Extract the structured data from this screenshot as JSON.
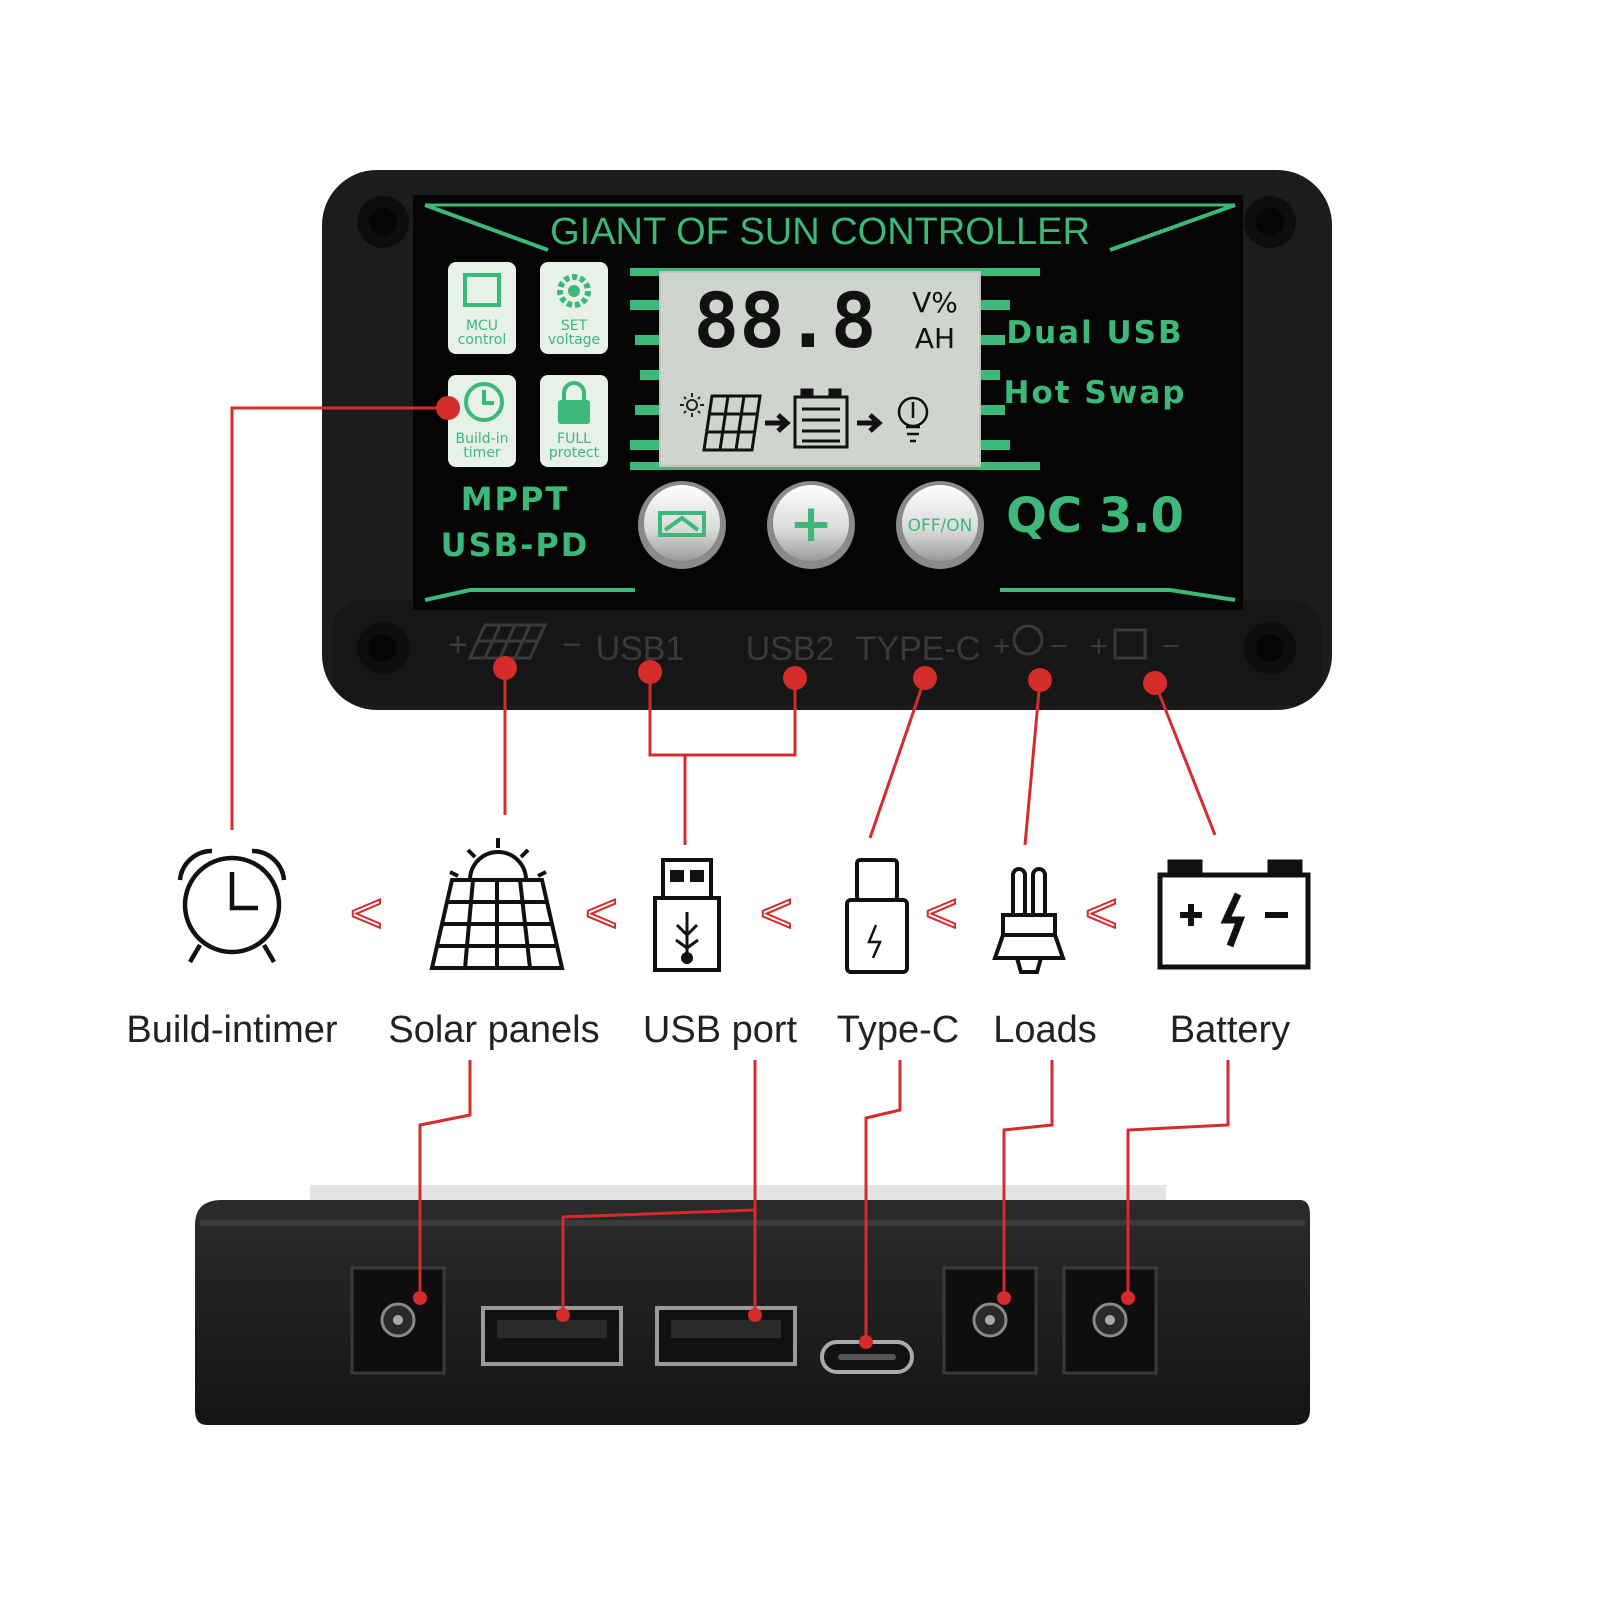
{
  "device": {
    "title": "GIANT OF SUN CONTROLLER",
    "features": [
      {
        "icon": "chip-icon",
        "line1": "MCU",
        "line2": "control"
      },
      {
        "icon": "gear-icon",
        "line1": "SET",
        "line2": "voltage"
      },
      {
        "icon": "clock-icon",
        "line1": "Build-in",
        "line2": "timer"
      },
      {
        "icon": "lock-icon",
        "line1": "FULL",
        "line2": "protect"
      }
    ],
    "mode_line1": "MPPT",
    "mode_line2": "USB-PD",
    "right_line1": "Dual USB",
    "right_line2": "Hot Swap",
    "qc_label": "QC 3.0",
    "lcd": {
      "digits": "88.8",
      "unit_top": "V%",
      "unit_bottom": "AH"
    },
    "buttons": [
      {
        "name": "mode-button",
        "icon": "battery-mode-icon"
      },
      {
        "name": "plus-button",
        "label": "+"
      },
      {
        "name": "power-button",
        "label": "OFF/ON"
      }
    ],
    "ports_strip": [
      "USB1",
      "USB2",
      "TYPE-C"
    ]
  },
  "connections": [
    {
      "label": "Build-intimer",
      "icon": "alarm-clock-icon"
    },
    {
      "label": "Solar panels",
      "icon": "solar-panel-icon"
    },
    {
      "label": "USB port",
      "icon": "usb-icon"
    },
    {
      "label": "Type-C",
      "icon": "type-c-icon"
    },
    {
      "label": "Loads",
      "icon": "bulb-icon"
    },
    {
      "label": "Battery",
      "icon": "battery-icon"
    }
  ],
  "separator_glyph": "<",
  "colors": {
    "accent": "#3cb878",
    "connector": "#d42b2b",
    "body": "#1b1b1b"
  }
}
